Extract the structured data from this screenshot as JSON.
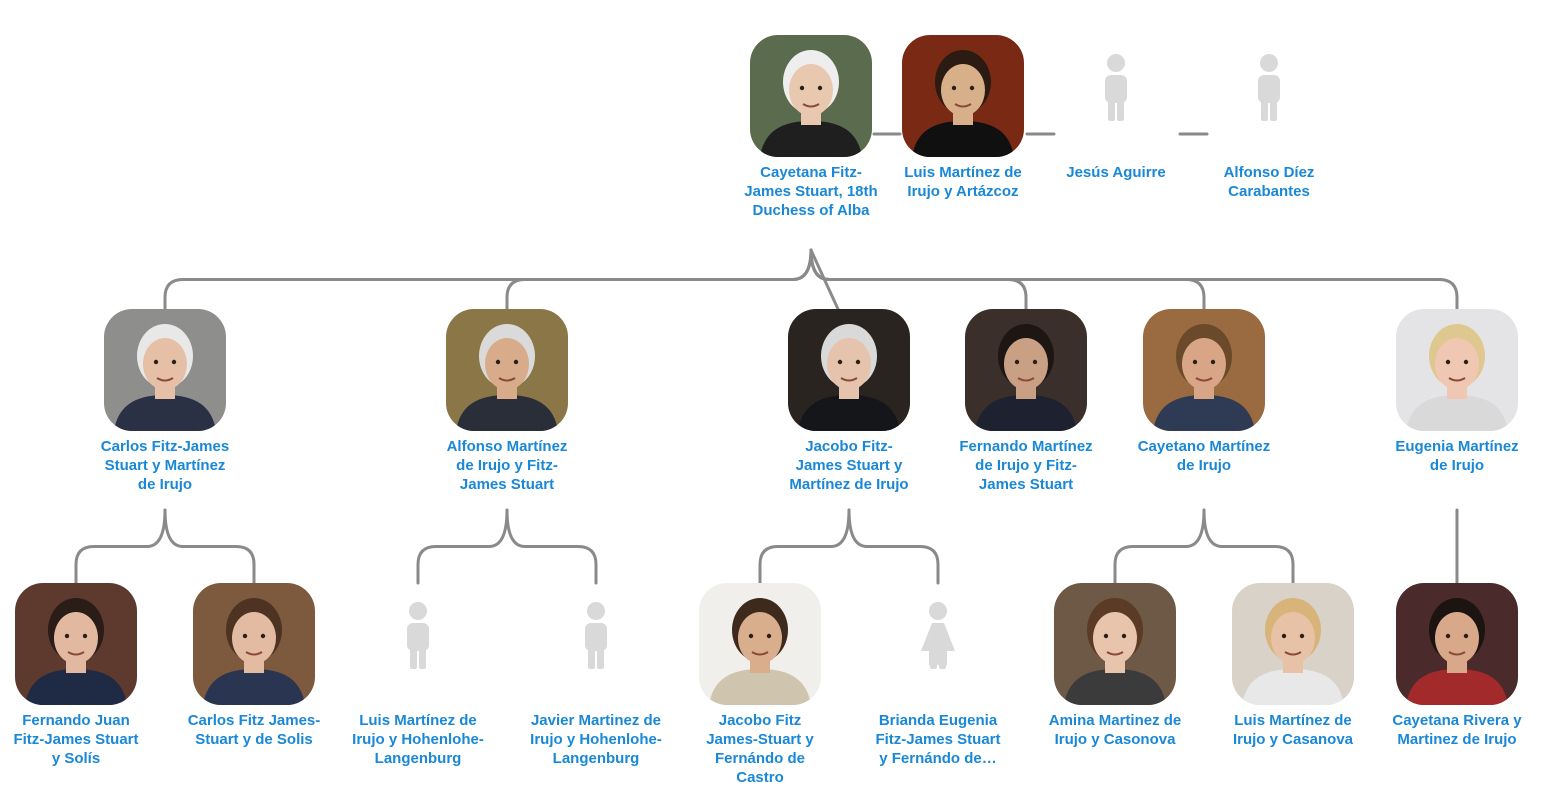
{
  "nodes": [
    {
      "id": "cayetana",
      "name": "Cayetana Fitz-James Stuart, 18th Duchess of Alba",
      "photo": "portrait",
      "bg": "#5a6b4e",
      "skin": "#e9c8b0",
      "hair": "#eeeeee",
      "cloth": "#1f1f1f"
    },
    {
      "id": "luis",
      "name": "Luis Martínez de Irujo y Artázcoz",
      "photo": "portrait",
      "bg": "#7a2a14",
      "skin": "#d7b08a",
      "hair": "#2b1b12",
      "cloth": "#101010"
    },
    {
      "id": "jesus",
      "name": "Jesús Aguirre",
      "photo": "placeholder-male"
    },
    {
      "id": "alfonsodiez",
      "name": "Alfonso Díez Carabantes",
      "photo": "placeholder-male"
    },
    {
      "id": "carlos",
      "name": "Carlos Fitz-James Stuart y Martínez de Irujo",
      "photo": "portrait",
      "bg": "#8e8f8c",
      "skin": "#e5bfa6",
      "hair": "#e8e8e8",
      "cloth": "#2b3145"
    },
    {
      "id": "alfonso",
      "name": "Alfonso Martínez de Irujo y Fitz-James Stuart",
      "photo": "portrait",
      "bg": "#8a7646",
      "skin": "#d8ab8a",
      "hair": "#dadada",
      "cloth": "#2a2e38"
    },
    {
      "id": "jacobo",
      "name": "Jacobo Fitz-James Stuart y Martínez de Irujo",
      "photo": "portrait",
      "bg": "#2a2420",
      "skin": "#e6c3ac",
      "hair": "#d9d9d9",
      "cloth": "#15161a"
    },
    {
      "id": "fernando",
      "name": "Fernando Martínez de Irujo y Fitz-James Stuart",
      "photo": "portrait",
      "bg": "#3a2f2a",
      "skin": "#caa085",
      "hair": "#1e1612",
      "cloth": "#1e2230"
    },
    {
      "id": "cayetano",
      "name": "Cayetano Martínez de Irujo",
      "photo": "portrait",
      "bg": "#9a6a40",
      "skin": "#d8a686",
      "hair": "#6a4a2a",
      "cloth": "#2f3b55"
    },
    {
      "id": "eugenia",
      "name": "Eugenia Martínez de Irujo",
      "photo": "portrait",
      "bg": "#e4e4e6",
      "skin": "#efc7b3",
      "hair": "#dfc790",
      "cloth": "#d9d9d9"
    },
    {
      "id": "fernandojuan",
      "name": "Fernando Juan Fitz-James Stuart y Solís",
      "photo": "portrait",
      "bg": "#5e3a2e",
      "skin": "#e2b9a0",
      "hair": "#2a1c16",
      "cloth": "#1f2a44"
    },
    {
      "id": "carlosfitz",
      "name": "Carlos Fitz James-Stuart y de Solis",
      "photo": "portrait",
      "bg": "#7d5a3d",
      "skin": "#e3bba2",
      "hair": "#4e3322",
      "cloth": "#2a3552"
    },
    {
      "id": "luishh",
      "name": "Luis Martínez de Irujo y Hohenlohe-Langenburg",
      "photo": "placeholder-male"
    },
    {
      "id": "javier",
      "name": "Javier Martinez de Irujo y Hohenlohe-Langenburg",
      "photo": "placeholder-male"
    },
    {
      "id": "jacobofitz",
      "name": "Jacobo Fitz James-Stuart y Fernándo de Castro",
      "photo": "portrait",
      "bg": "#f1efec",
      "skin": "#d9ae8c",
      "hair": "#3d2a1c",
      "cloth": "#cfc4ae"
    },
    {
      "id": "brianda",
      "name": "Brianda Eugenia Fitz-James Stuart y Fernándo de…",
      "photo": "placeholder-female"
    },
    {
      "id": "amina",
      "name": "Amina Martinez de Irujo y Casonova",
      "photo": "portrait",
      "bg": "#6e5846",
      "skin": "#e9c4ad",
      "hair": "#5b3b26",
      "cloth": "#3b3b3b"
    },
    {
      "id": "luiscasanova",
      "name": "Luis Martínez de Irujo y Casanova",
      "photo": "portrait",
      "bg": "#d8d2c8",
      "skin": "#e7c2a6",
      "hair": "#d8b47a",
      "cloth": "#e8e8e8"
    },
    {
      "id": "cayetanarivera",
      "name": "Cayetana Rivera y Martinez de Irujo",
      "photo": "portrait",
      "bg": "#4a2a2a",
      "skin": "#d9a88a",
      "hair": "#1c1410",
      "cloth": "#a22a2a"
    }
  ]
}
